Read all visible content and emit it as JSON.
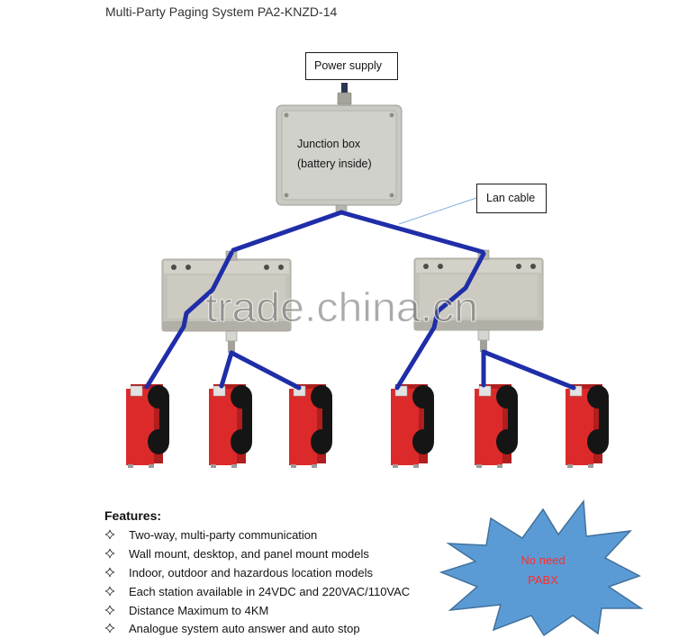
{
  "title": "Multi-Party Paging System PA2-KNZD-14",
  "diagram": {
    "power_supply_label": "Power supply",
    "junction_box_lines": [
      "Junction box",
      "(battery inside)"
    ],
    "lan_cable_label": "Lan cable",
    "station_icon": "red-wall-telephone-icon",
    "distribution_box_icon": "gray-terminal-box-icon"
  },
  "watermark": "trade.china.cn",
  "features": {
    "heading": "Features:",
    "bullet_icon": "four-pointed-star-outline-icon",
    "items": [
      "Two-way, multi-party communication",
      "Wall mount, desktop, and panel mount models",
      "Indoor, outdoor and hazardous location models",
      "Each station available in 24VDC and 220VAC/110VAC",
      "Distance Maximum to 4KM",
      "Analogue system auto answer and auto stop"
    ]
  },
  "badge": {
    "icon": "starburst-icon",
    "lines": [
      "No need",
      "PABX"
    ]
  },
  "colors": {
    "cable": "#1f2ea8",
    "lan_pointer": "#7fb1dd",
    "station_body": "#dc2a2a",
    "badge_fill": "#5b9bd5",
    "badge_text": "#ff2b2b"
  }
}
